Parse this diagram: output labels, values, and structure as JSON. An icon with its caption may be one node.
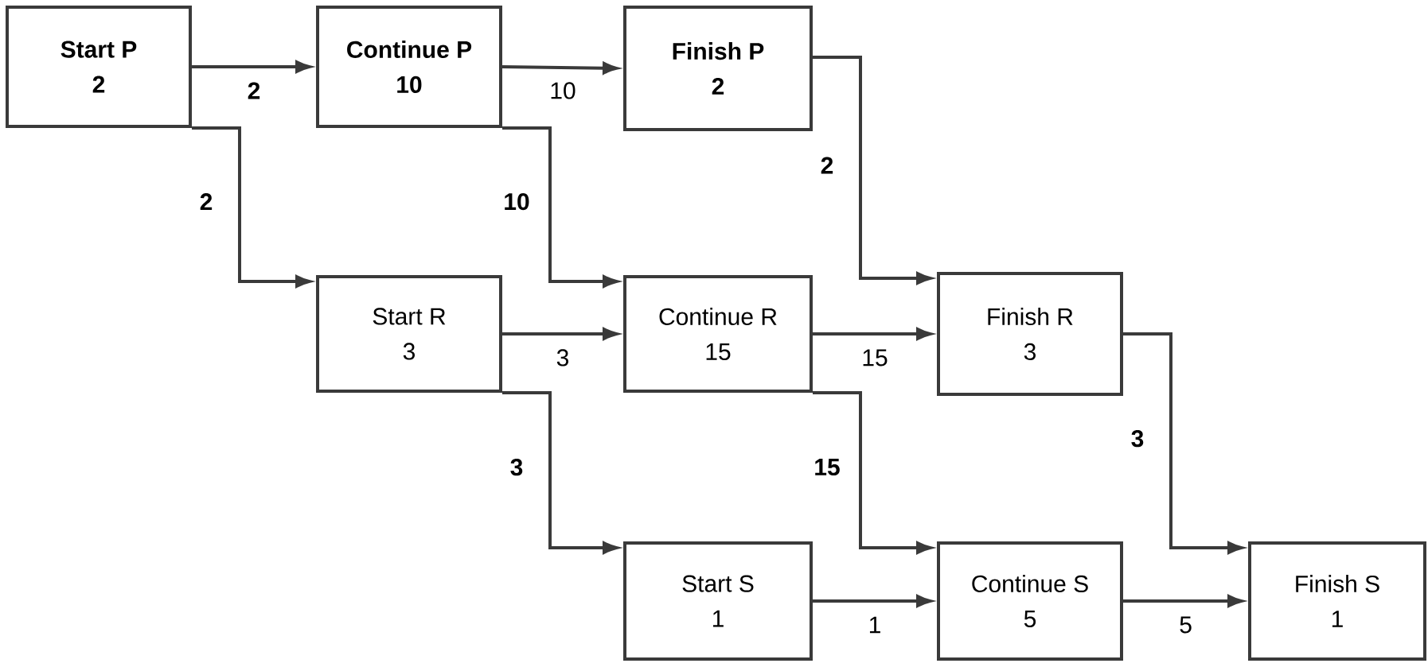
{
  "diagram": {
    "nodes": [
      {
        "text": [
          "Start P",
          "2"
        ]
      },
      {
        "text": [
          "Continue P",
          "10"
        ]
      },
      {
        "text": [
          "Finish P",
          "2"
        ]
      },
      {
        "text": [
          "Start R",
          "3"
        ]
      },
      {
        "text": [
          "Continue R",
          "15"
        ]
      },
      {
        "text": [
          "Finish R",
          "3"
        ]
      },
      {
        "text": [
          "Start S",
          "1"
        ]
      },
      {
        "text": [
          "Continue S",
          "5"
        ]
      },
      {
        "text": [
          "Finish S",
          "1"
        ]
      }
    ],
    "edges": [
      {
        "from": 0,
        "to": 1,
        "arrow": "to",
        "label": "2"
      },
      {
        "from": 0,
        "to": 3,
        "arrow": "to",
        "label": "2"
      },
      {
        "from": 1,
        "to": 2,
        "arrow": "to",
        "label": "10"
      },
      {
        "from": 1,
        "to": 4,
        "arrow": "to",
        "label": "10"
      },
      {
        "from": 2,
        "to": 5,
        "arrow": "to",
        "label": "2"
      },
      {
        "from": 3,
        "to": 4,
        "arrow": "to",
        "label": "3"
      },
      {
        "from": 3,
        "to": 6,
        "arrow": "to",
        "label": "3"
      },
      {
        "from": 4,
        "to": 5,
        "arrow": "to",
        "label": "15"
      },
      {
        "from": 4,
        "to": 7,
        "arrow": "to",
        "label": "15"
      },
      {
        "from": 5,
        "to": 8,
        "arrow": "to",
        "label": "3"
      },
      {
        "from": 6,
        "to": 7,
        "arrow": "to",
        "label": "1"
      },
      {
        "from": 7,
        "to": 8,
        "arrow": "to",
        "label": "5"
      }
    ]
  }
}
